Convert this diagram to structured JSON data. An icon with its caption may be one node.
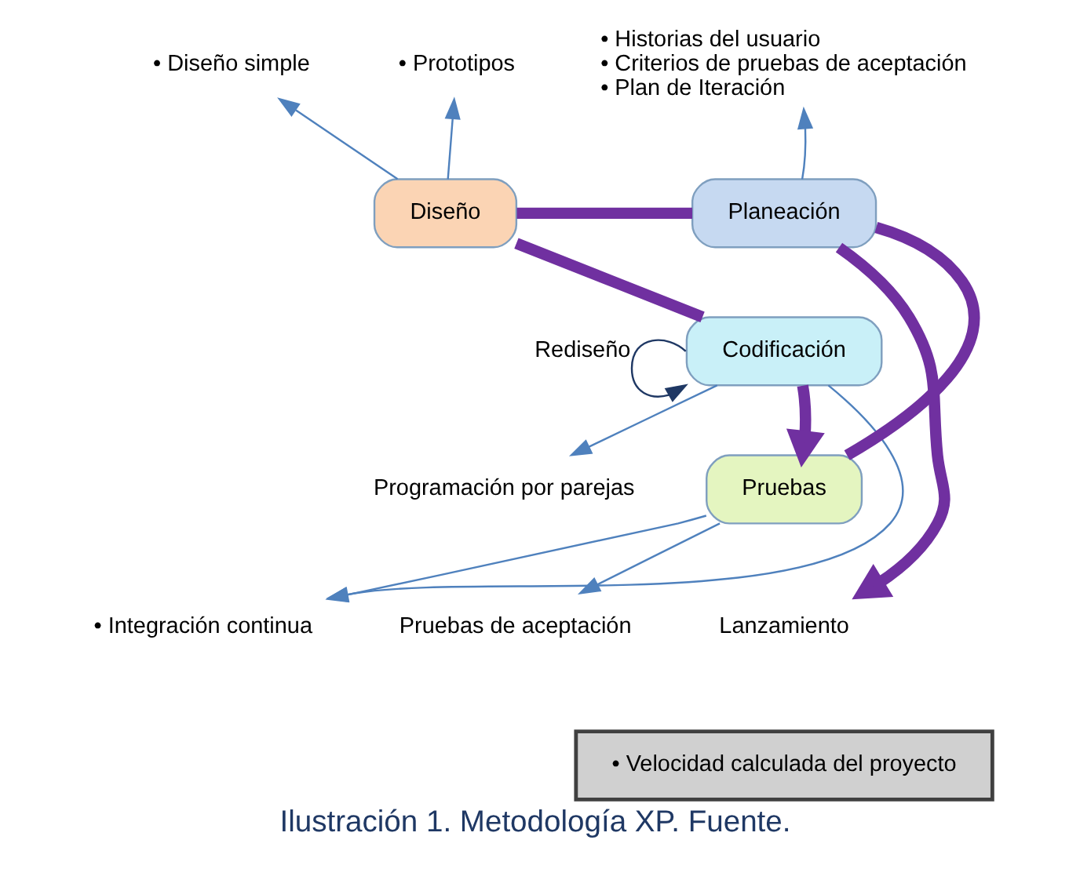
{
  "diagram": {
    "caption": "Ilustración 1. Metodología XP. Fuente.",
    "nodes": [
      {
        "text": [
          "Planeación"
        ]
      },
      {
        "text": [
          "• Historias del usuario",
          "• Criterios de pruebas de aceptación",
          "• Plan de Iteración"
        ]
      },
      {
        "text": [
          "Diseño"
        ]
      },
      {
        "text": [
          "• Diseño simple"
        ]
      },
      {
        "text": [
          "• Prototipos"
        ]
      },
      {
        "text": [
          "Codificación"
        ]
      },
      {
        "text": [
          "Programación por parejas"
        ]
      },
      {
        "text": [
          "Pruebas"
        ]
      },
      {
        "text": [
          "• Integración continua"
        ]
      },
      {
        "text": [
          "Pruebas de aceptación"
        ]
      },
      {
        "text": [
          "Lanzamiento"
        ]
      },
      {
        "text": [
          "• Velocidad calculada del proyecto"
        ]
      }
    ],
    "edges": [
      {
        "from": 0,
        "to": 1,
        "arrow": "to"
      },
      {
        "from": 0,
        "to": 2,
        "arrow": "none",
        "style": "thick",
        "color": "#7030a0"
      },
      {
        "from": 2,
        "to": 3,
        "arrow": "to"
      },
      {
        "from": 2,
        "to": 4,
        "arrow": "to"
      },
      {
        "from": 2,
        "to": 5,
        "arrow": "none",
        "style": "thick",
        "color": "#7030a0"
      },
      {
        "from": 5,
        "to": 5,
        "arrow": "to",
        "label": "Rediseño",
        "color": "#1f3864"
      },
      {
        "from": 5,
        "to": 6,
        "arrow": "to"
      },
      {
        "from": 5,
        "to": 7,
        "arrow": "to",
        "style": "thick",
        "color": "#7030a0"
      },
      {
        "from": 5,
        "to": 8,
        "arrow": "to"
      },
      {
        "from": 7,
        "to": 8,
        "arrow": "to"
      },
      {
        "from": 7,
        "to": 9,
        "arrow": "to"
      },
      {
        "from": 7,
        "to": 0,
        "arrow": "none",
        "style": "thick",
        "color": "#7030a0"
      },
      {
        "from": 0,
        "to": 10,
        "arrow": "to",
        "style": "thick",
        "color": "#7030a0"
      }
    ]
  }
}
